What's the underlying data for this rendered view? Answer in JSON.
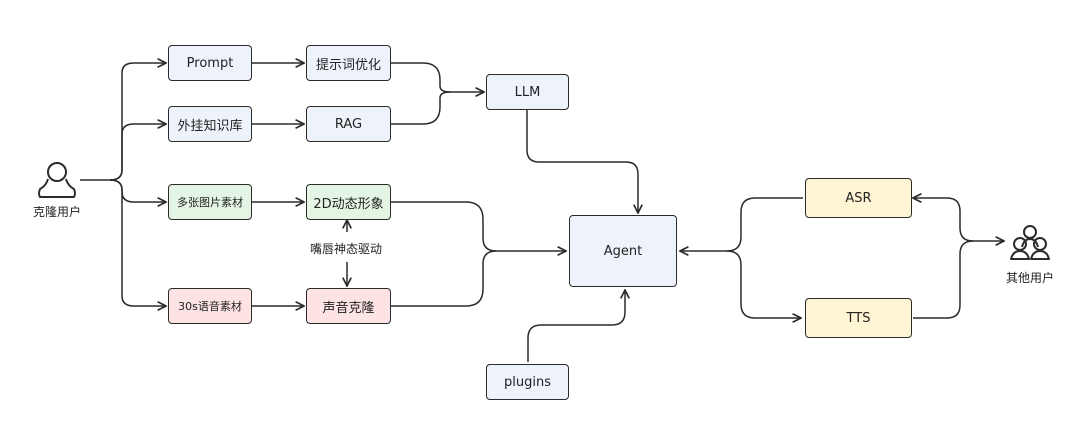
{
  "nodes": {
    "prompt": "Prompt",
    "prompt_opt": "提示词优化",
    "knowledge": "外挂知识库",
    "rag": "RAG",
    "llm": "LLM",
    "images": "多张图片素材",
    "avatar": "2D动态形象",
    "audio": "30s语音素材",
    "voice_clone": "声音克隆",
    "agent": "Agent",
    "plugins": "plugins",
    "asr": "ASR",
    "tts": "TTS"
  },
  "labels": {
    "lip_sync": "嘴唇神态驱动",
    "clone_user": "克隆用户",
    "other_users": "其他用户"
  },
  "colors": {
    "blue": "#eef2fb",
    "green": "#e4f5e3",
    "pink": "#fde3e3",
    "yellow": "#fff4d4",
    "stroke": "#2b2b2b"
  },
  "icons": {
    "clone_user": "user-icon",
    "other_users": "user-group-icon"
  }
}
